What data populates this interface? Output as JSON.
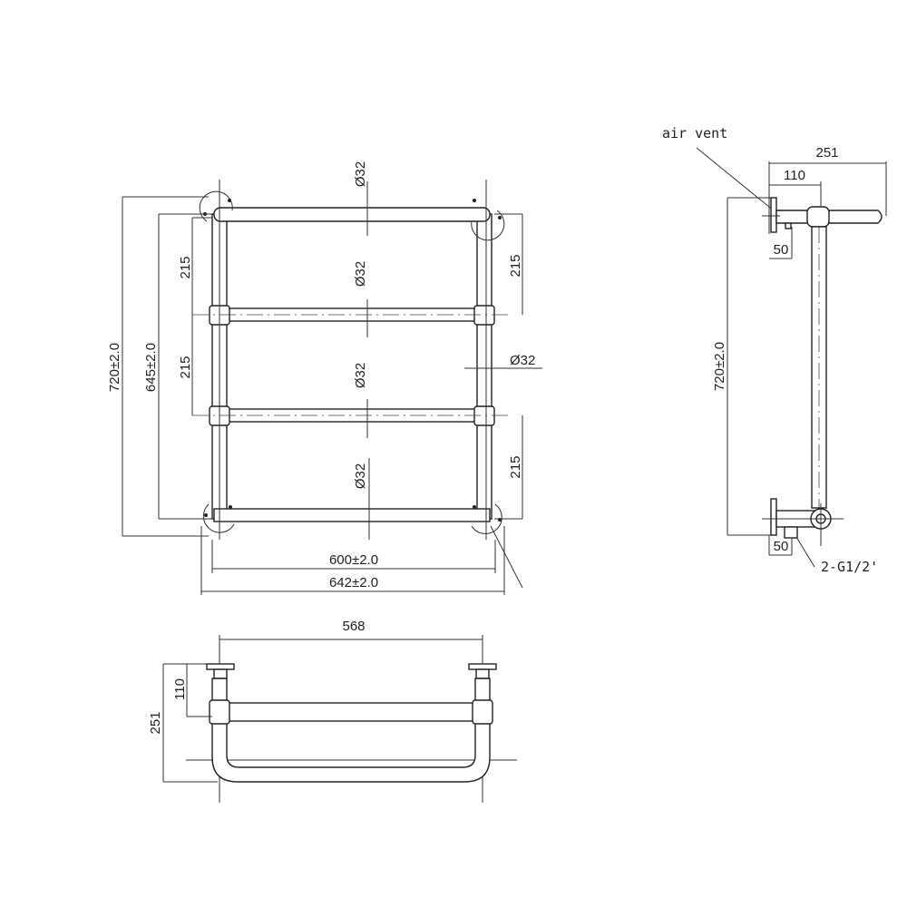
{
  "front_view": {
    "height_overall": "720±2.0",
    "height_centers": "645±2.0",
    "spacing_left_1": "215",
    "spacing_left_2": "215",
    "spacing_right_1": "215",
    "spacing_right_2": "215",
    "rail_dia_1": "Ø32",
    "rail_dia_2": "Ø32",
    "rail_dia_3": "Ø32",
    "rail_dia_4": "Ø32",
    "post_dia": "Ø32",
    "width_centers": "600±2.0",
    "width_overall": "642±2.0"
  },
  "top_view": {
    "width_centers": "568",
    "depth_wall": "110",
    "depth_overall": "251"
  },
  "side_view": {
    "air_vent_label": "air vent",
    "depth_overall": "251",
    "depth_wall": "110",
    "flange_top": "50",
    "flange_bottom": "50",
    "height_overall": "720±2.0",
    "connection_label": "2-G1/2'"
  }
}
